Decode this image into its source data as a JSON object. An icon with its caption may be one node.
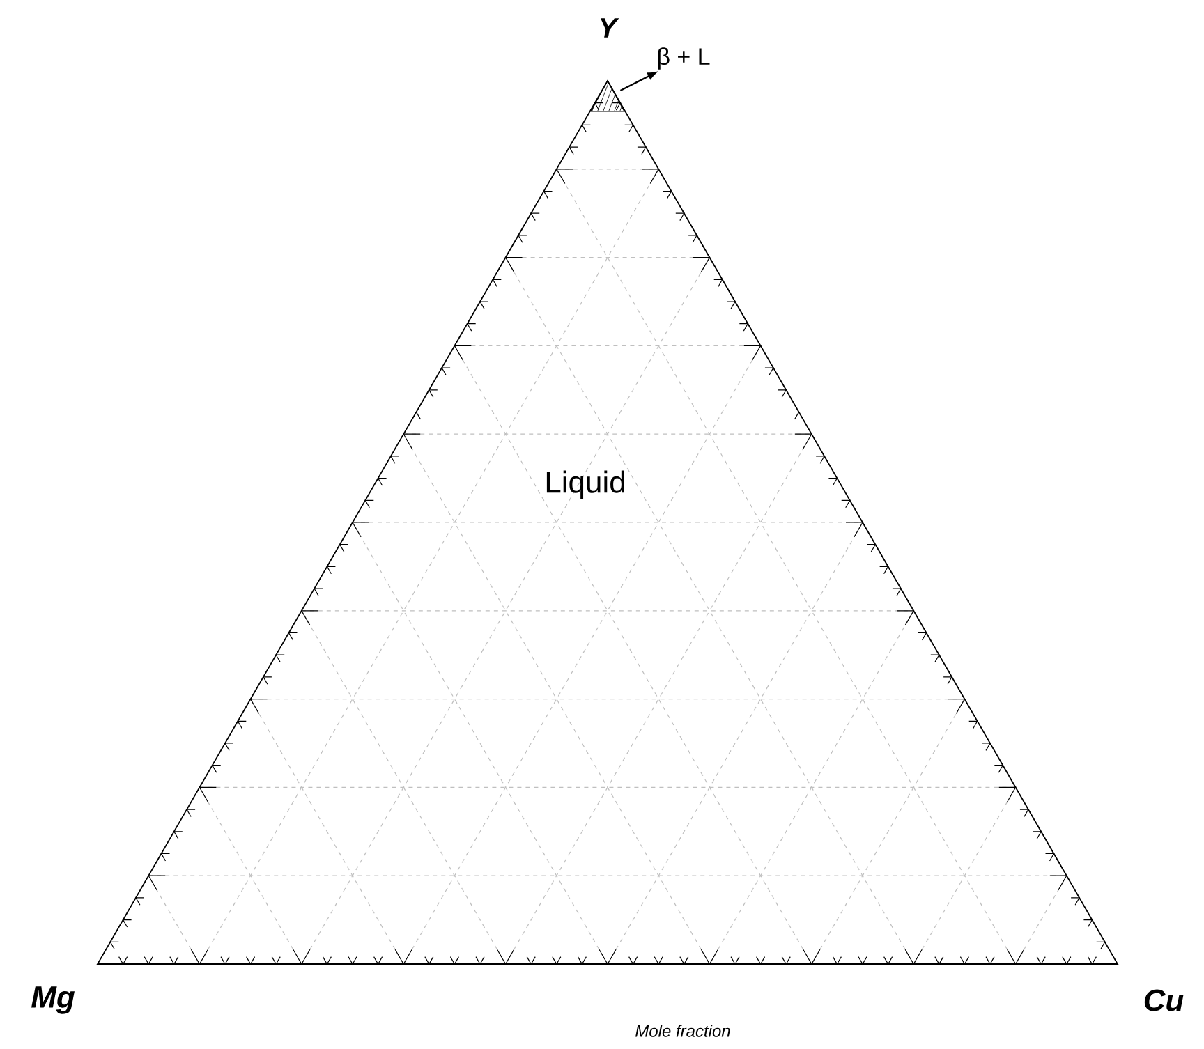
{
  "diagram": {
    "nodes": [
      {
        "text": [
          "β + L"
        ]
      },
      {
        "text": [],
        "shape": "triangle"
      }
    ],
    "edges": [
      {
        "from": 1,
        "to": 0,
        "arrow": "to"
      }
    ],
    "labels": [
      "Y",
      "Liquid",
      "Mg",
      "Cu",
      "Mole fraction"
    ]
  }
}
